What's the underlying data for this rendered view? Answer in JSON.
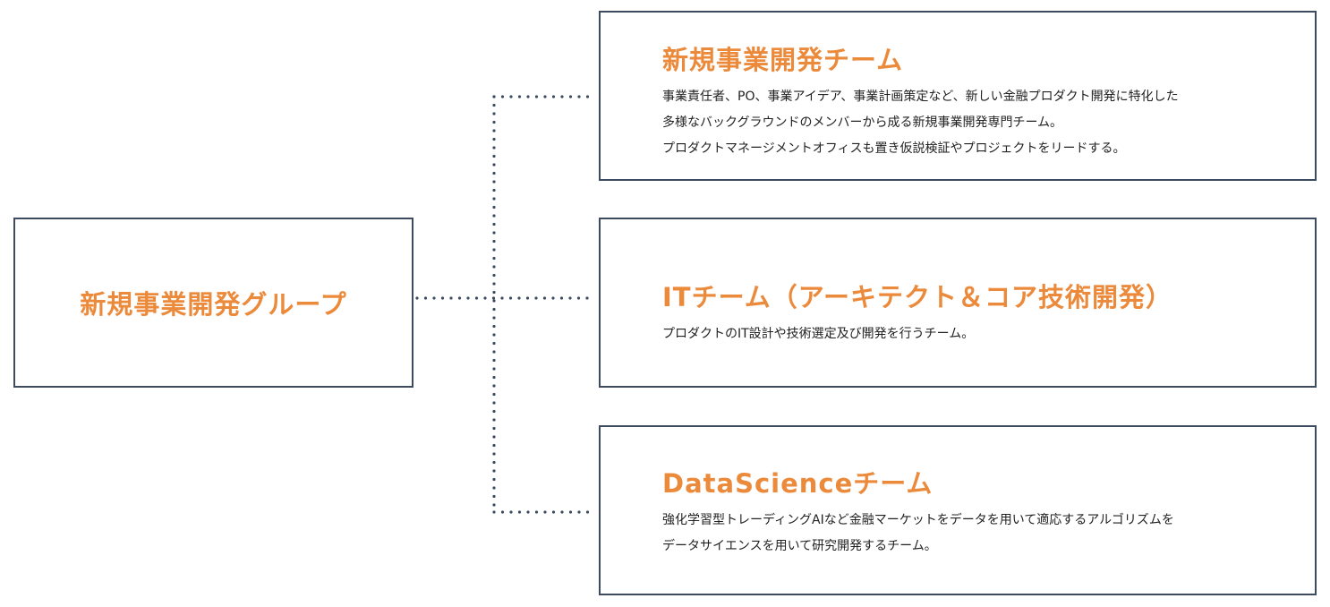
{
  "group": {
    "title": "新規事業開発グループ"
  },
  "teams": [
    {
      "title": "新規事業開発チーム",
      "description": [
        "事業責任者、PO、事業アイデア、事業計画策定など、新しい金融プロダクト開発に特化した",
        "多様なバックグラウンドのメンバーから成る新規事業開発専門チーム。",
        "プロダクトマネージメントオフィスも置き仮説検証やプロジェクトをリードする。"
      ]
    },
    {
      "title": "ITチーム（アーキテクト＆コア技術開発）",
      "description": [
        "プロダクトのIT設計や技術選定及び開発を行うチーム。"
      ]
    },
    {
      "title": "DataScienceチーム",
      "description": [
        "強化学習型トレーディングAIなど金融マーケットをデータを用いて適応するアルゴリズムを",
        "データサイエンスを用いて研究開発するチーム。"
      ]
    }
  ],
  "colors": {
    "accent": "#ec8a3c",
    "border": "#3d4b60",
    "text": "#222222"
  }
}
